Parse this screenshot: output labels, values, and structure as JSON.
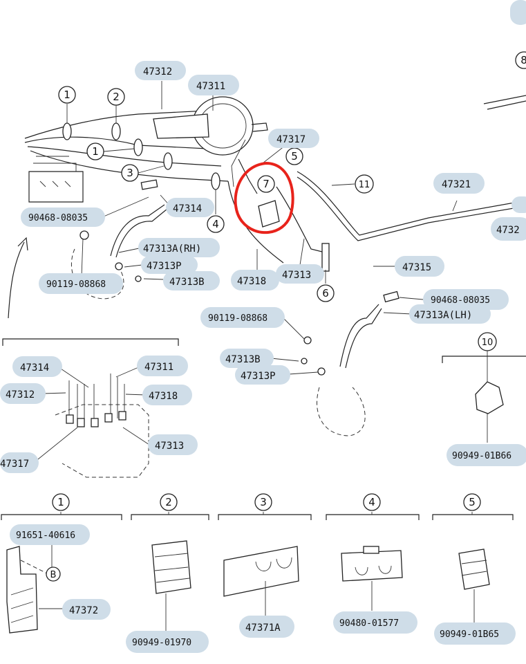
{
  "labels": {
    "p47312_top": "47312",
    "p47311_top": "47311",
    "p47317_top": "47317",
    "p47321": "47321",
    "p47321_cut": "4732",
    "p90468_a": "90468-08035",
    "p47314_top": "47314",
    "p47313a_rh": "47313A(RH)",
    "p47313p_top": "47313P",
    "p90119_a": "90119-08868",
    "p47313b_top": "47313B",
    "p47318_top": "47318",
    "p47313_mid": "47313",
    "p47315": "47315",
    "p90468_b": "90468-08035",
    "p47313a_lh": "47313A(LH)",
    "p90119_b": "90119-08868",
    "p47313b_mid": "47313B",
    "p47313p_mid": "47313P",
    "p47314_det": "47314",
    "p47311_det": "47311",
    "p47312_det": "47312",
    "p47318_det": "47318",
    "p47313_det": "47313",
    "p47317_det": "47317",
    "p90949_01b66": "90949-01B66",
    "p91651": "91651-40616",
    "p47372": "47372",
    "p90949_01970": "90949-01970",
    "p47371a": "47371A",
    "p90480": "90480-01577",
    "p90949_01b65": "90949-01B65"
  },
  "callouts": {
    "c1a": "1",
    "c2": "2",
    "c1b": "1",
    "c3": "3",
    "c4": "4",
    "c5": "5",
    "c7": "7",
    "c11": "11",
    "c6": "6",
    "c10": "10",
    "c8": "8",
    "d1": "1",
    "d2": "2",
    "d3": "3",
    "d4": "4",
    "d5": "5",
    "b": "B"
  },
  "colors": {
    "highlight": "#e8231b",
    "label_pill": "#cfdde8"
  }
}
